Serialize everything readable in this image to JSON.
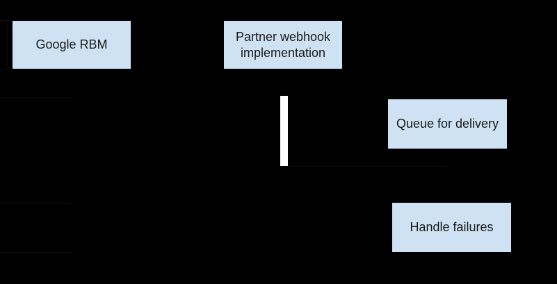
{
  "diagram": {
    "type": "sequence-diagram",
    "colors": {
      "background": "#000000",
      "node_fill": "#cfe2f3",
      "node_text": "#1a1a1a",
      "activation_bar": "#ffffff",
      "faint_line": "#0d0d0d"
    },
    "nodes": [
      {
        "id": "google-rbm",
        "label": "Google RBM"
      },
      {
        "id": "partner-webhook",
        "label": "Partner webhook implementation"
      },
      {
        "id": "queue-for-delivery",
        "label": "Queue for delivery"
      },
      {
        "id": "handle-failures",
        "label": "Handle failures"
      }
    ]
  }
}
